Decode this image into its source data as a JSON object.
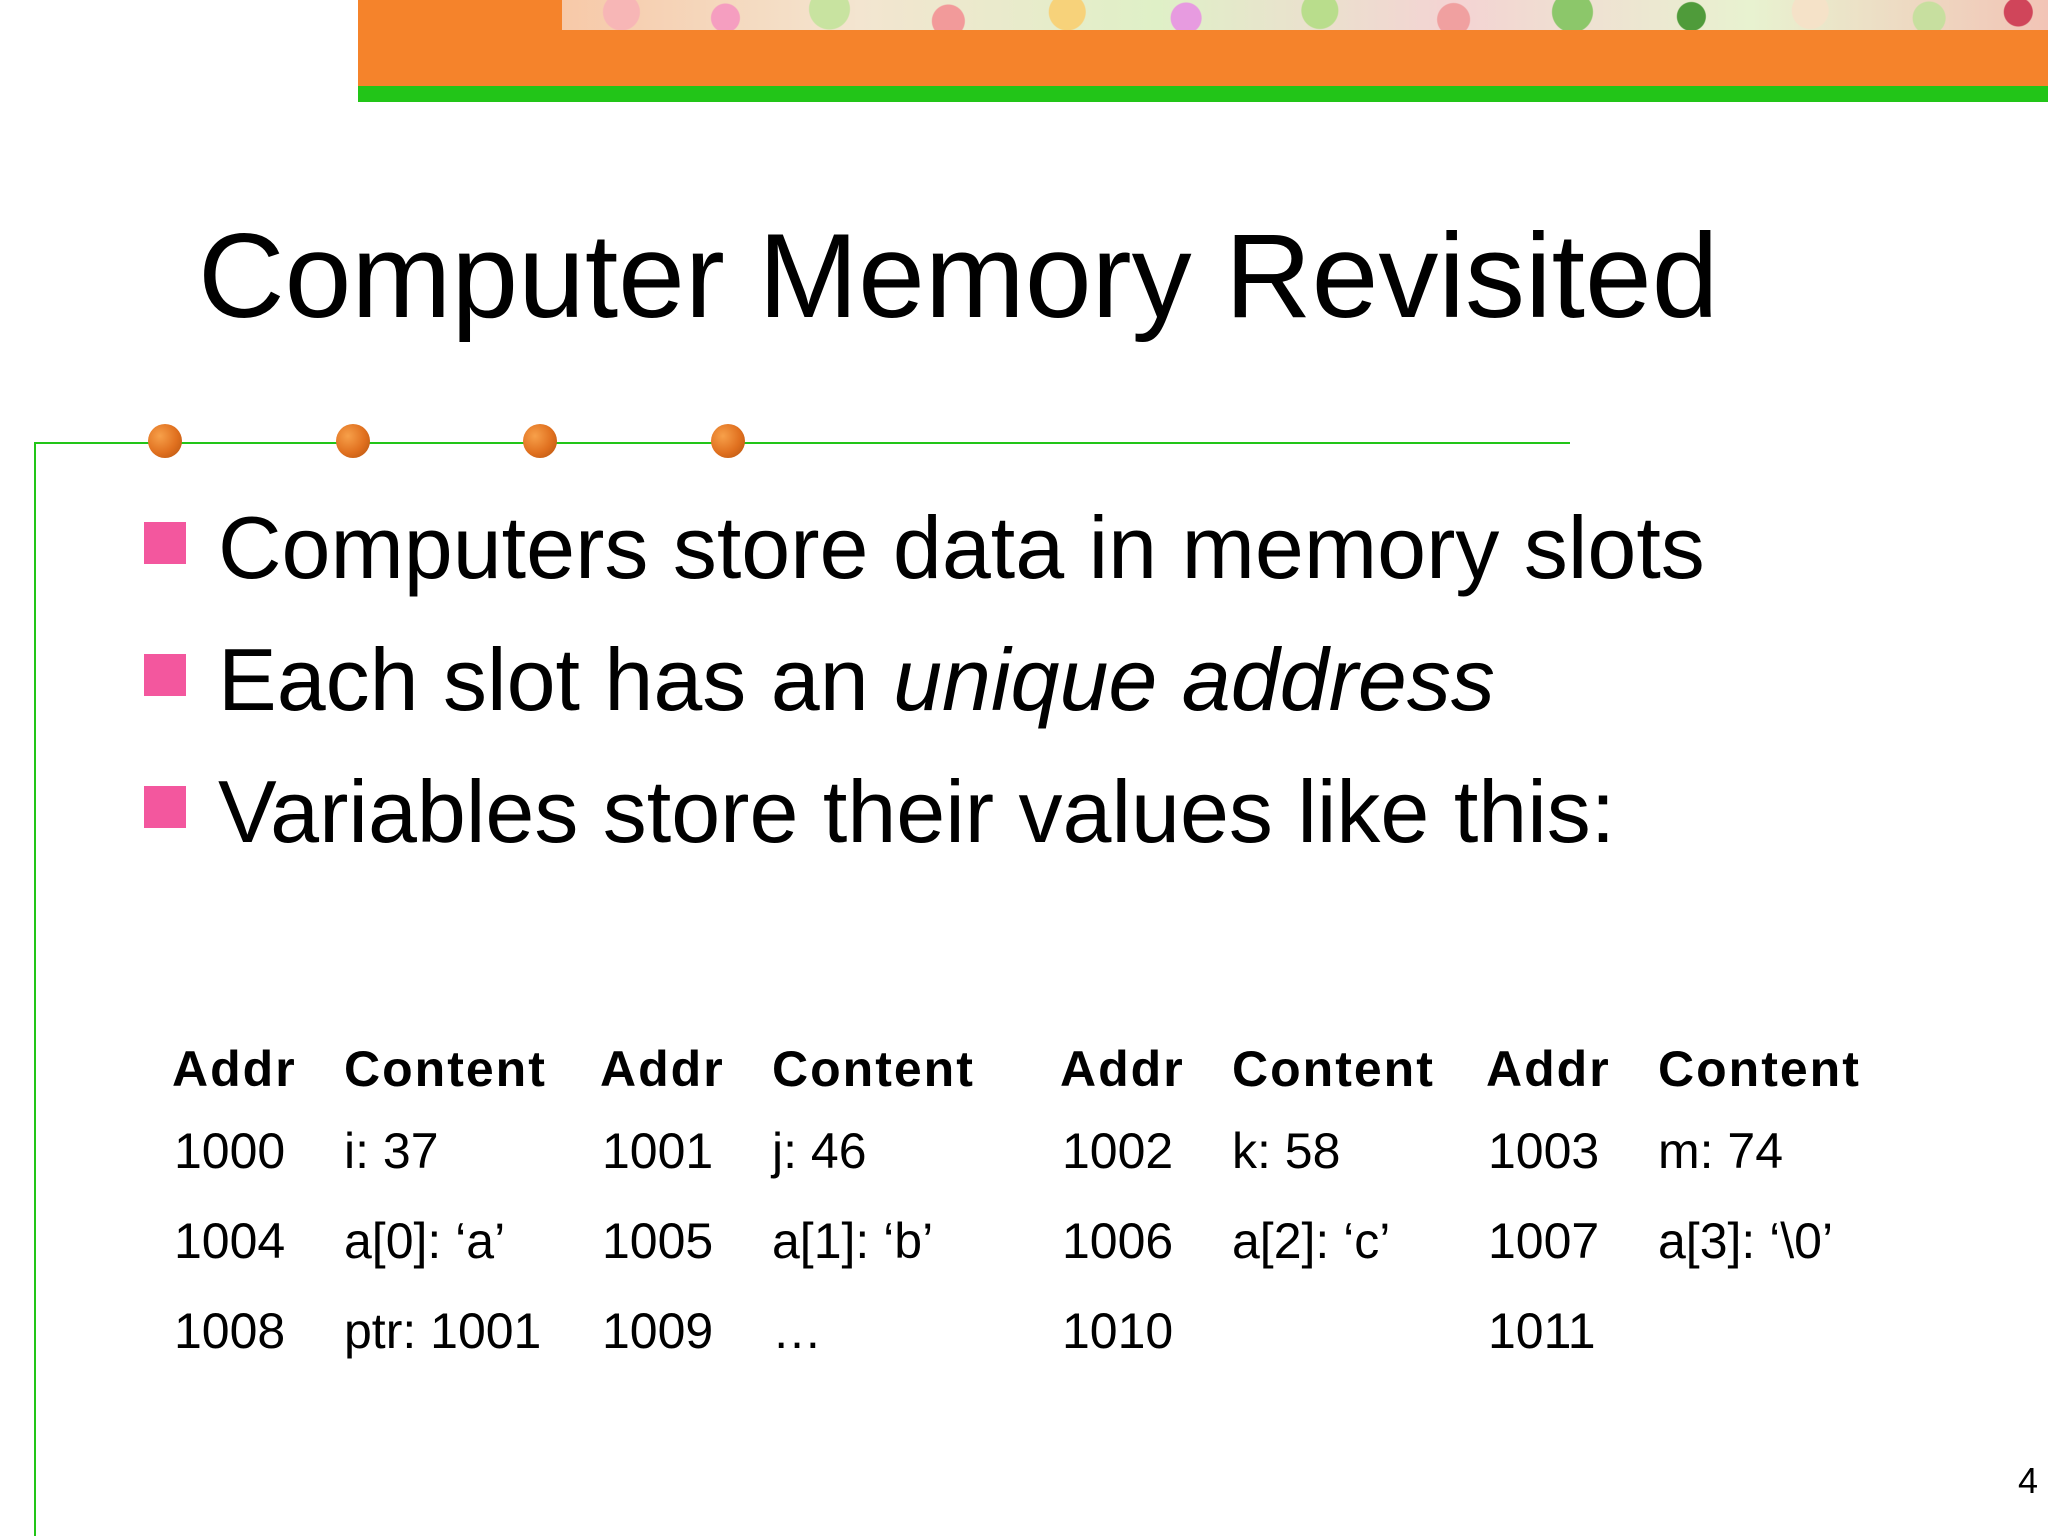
{
  "slide": {
    "title": "Computer Memory Revisited",
    "bullets": [
      {
        "text": "Computers store data in memory slots"
      },
      {
        "text_before": "Each slot has an ",
        "emphasis": "unique address"
      },
      {
        "text": "Variables store their values like this:"
      }
    ],
    "table": {
      "headers": [
        "Addr",
        "Content",
        "Addr",
        "Content",
        "Addr",
        "Content",
        "Addr",
        "Content"
      ],
      "rows": [
        [
          "1000",
          "i: 37",
          "1001",
          "j: 46",
          "1002",
          "k: 58",
          "1003",
          "m: 74"
        ],
        [
          "1004",
          "a[0]: ‘a’",
          "1005",
          "a[1]: ‘b’",
          "1006",
          "a[2]: ‘c’",
          "1007",
          "a[3]: ‘\\0’"
        ],
        [
          "1008",
          "ptr: 1001",
          "1009",
          "…",
          "1010",
          "",
          "1011",
          ""
        ]
      ]
    },
    "page_number": "4"
  },
  "colors": {
    "header_orange": "#f5832b",
    "header_green": "#22c518",
    "bullet_pink": "#f3579e",
    "dot_orange": "#e0701f"
  }
}
